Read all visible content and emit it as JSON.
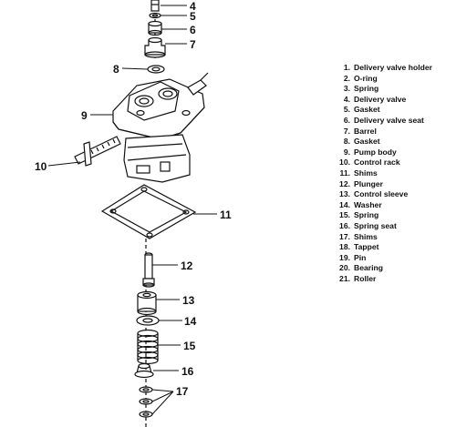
{
  "callouts": {
    "c4": "4",
    "c5": "5",
    "c6": "6",
    "c7": "7",
    "c8": "8",
    "c9": "9",
    "c10": "10",
    "c11": "11",
    "c12": "12",
    "c13": "13",
    "c14": "14",
    "c15": "15",
    "c16": "16",
    "c17": "17"
  },
  "legend": [
    {
      "num": "1.",
      "label": "Delivery valve holder"
    },
    {
      "num": "2.",
      "label": "O-ring"
    },
    {
      "num": "3.",
      "label": "Spring"
    },
    {
      "num": "4.",
      "label": "Delivery valve"
    },
    {
      "num": "5.",
      "label": "Gasket"
    },
    {
      "num": "6.",
      "label": "Delivery valve seat"
    },
    {
      "num": "7.",
      "label": "Barrel"
    },
    {
      "num": "8.",
      "label": "Gasket"
    },
    {
      "num": "9.",
      "label": "Pump body"
    },
    {
      "num": "10.",
      "label": "Control rack"
    },
    {
      "num": "11.",
      "label": "Shims"
    },
    {
      "num": "12.",
      "label": "Plunger"
    },
    {
      "num": "13.",
      "label": "Control sleeve"
    },
    {
      "num": "14.",
      "label": "Washer"
    },
    {
      "num": "15.",
      "label": "Spring"
    },
    {
      "num": "16.",
      "label": "Spring seat"
    },
    {
      "num": "17.",
      "label": "Shims"
    },
    {
      "num": "18.",
      "label": "Tappet"
    },
    {
      "num": "19.",
      "label": "Pin"
    },
    {
      "num": "20.",
      "label": "Bearing"
    },
    {
      "num": "21.",
      "label": "Roller"
    }
  ]
}
